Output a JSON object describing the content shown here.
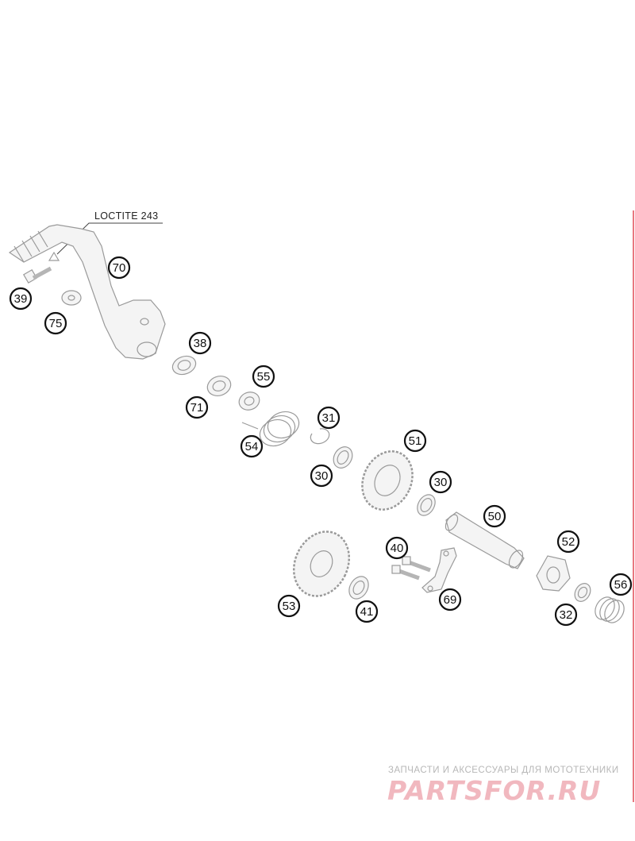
{
  "diagram": {
    "note": "LOCTITE 243",
    "callouts": {
      "c70": "70",
      "c39": "39",
      "c75": "75",
      "c38": "38",
      "c71": "71",
      "c55": "55",
      "c54": "54",
      "c31": "31",
      "c30a": "30",
      "c51": "51",
      "c30b": "30",
      "c50": "50",
      "c40": "40",
      "c53": "53",
      "c41": "41",
      "c69": "69",
      "c52": "52",
      "c32": "32",
      "c56": "56"
    }
  },
  "watermark": {
    "subtitle": "ЗАПЧАСТИ И АКСЕССУАРЫ ДЛЯ МОТОТЕХНИКИ",
    "logo": "PARTSFOR.RU"
  },
  "colors": {
    "part_stroke": "#9a9a9a",
    "callout": "#111111",
    "watermark_logo": "#f1b8bf",
    "edge_line": "#e04a55"
  }
}
